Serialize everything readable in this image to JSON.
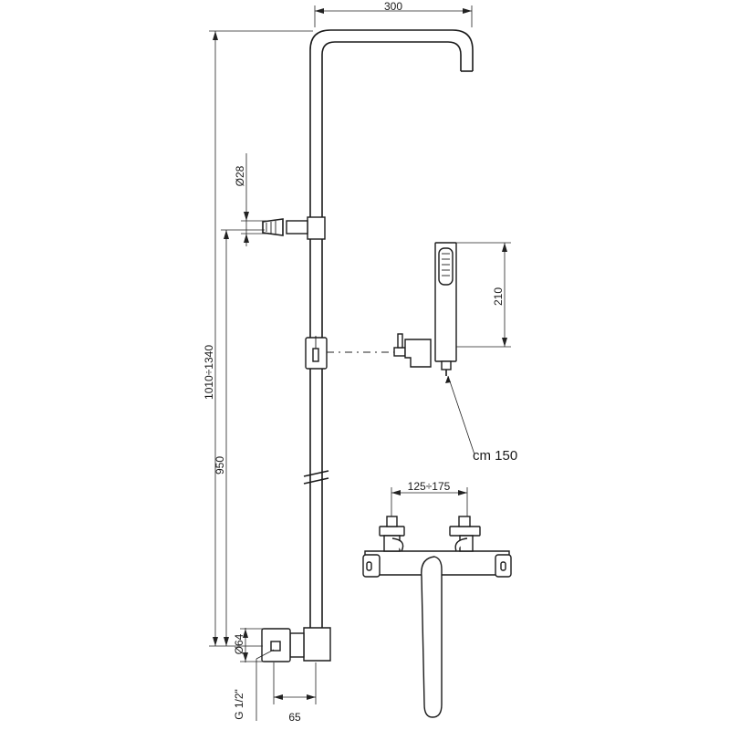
{
  "dimensions": {
    "arm_reach": "300",
    "pipe_diameter": "Ø28",
    "column_height": "1010÷1340",
    "outlet_height": "950",
    "handshower_length": "210",
    "hose_length": "cm 150",
    "mixer_centers": "125÷175",
    "flange_diameter": "Ø64",
    "thread": "G 1/2\"",
    "wall_offset": "65"
  }
}
